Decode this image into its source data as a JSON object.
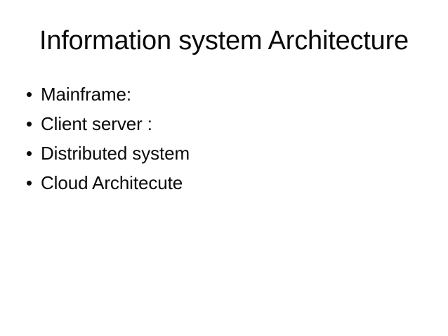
{
  "slide": {
    "background_color": "#ffffff",
    "text_color": "#0a0a0a",
    "title": "Information system Architecture",
    "bullet_glyph": "•",
    "bullets": [
      {
        "label": "Mainframe:"
      },
      {
        "label": "Client server :"
      },
      {
        "label": "Distributed system"
      },
      {
        "label": "Cloud Architecute"
      }
    ]
  }
}
